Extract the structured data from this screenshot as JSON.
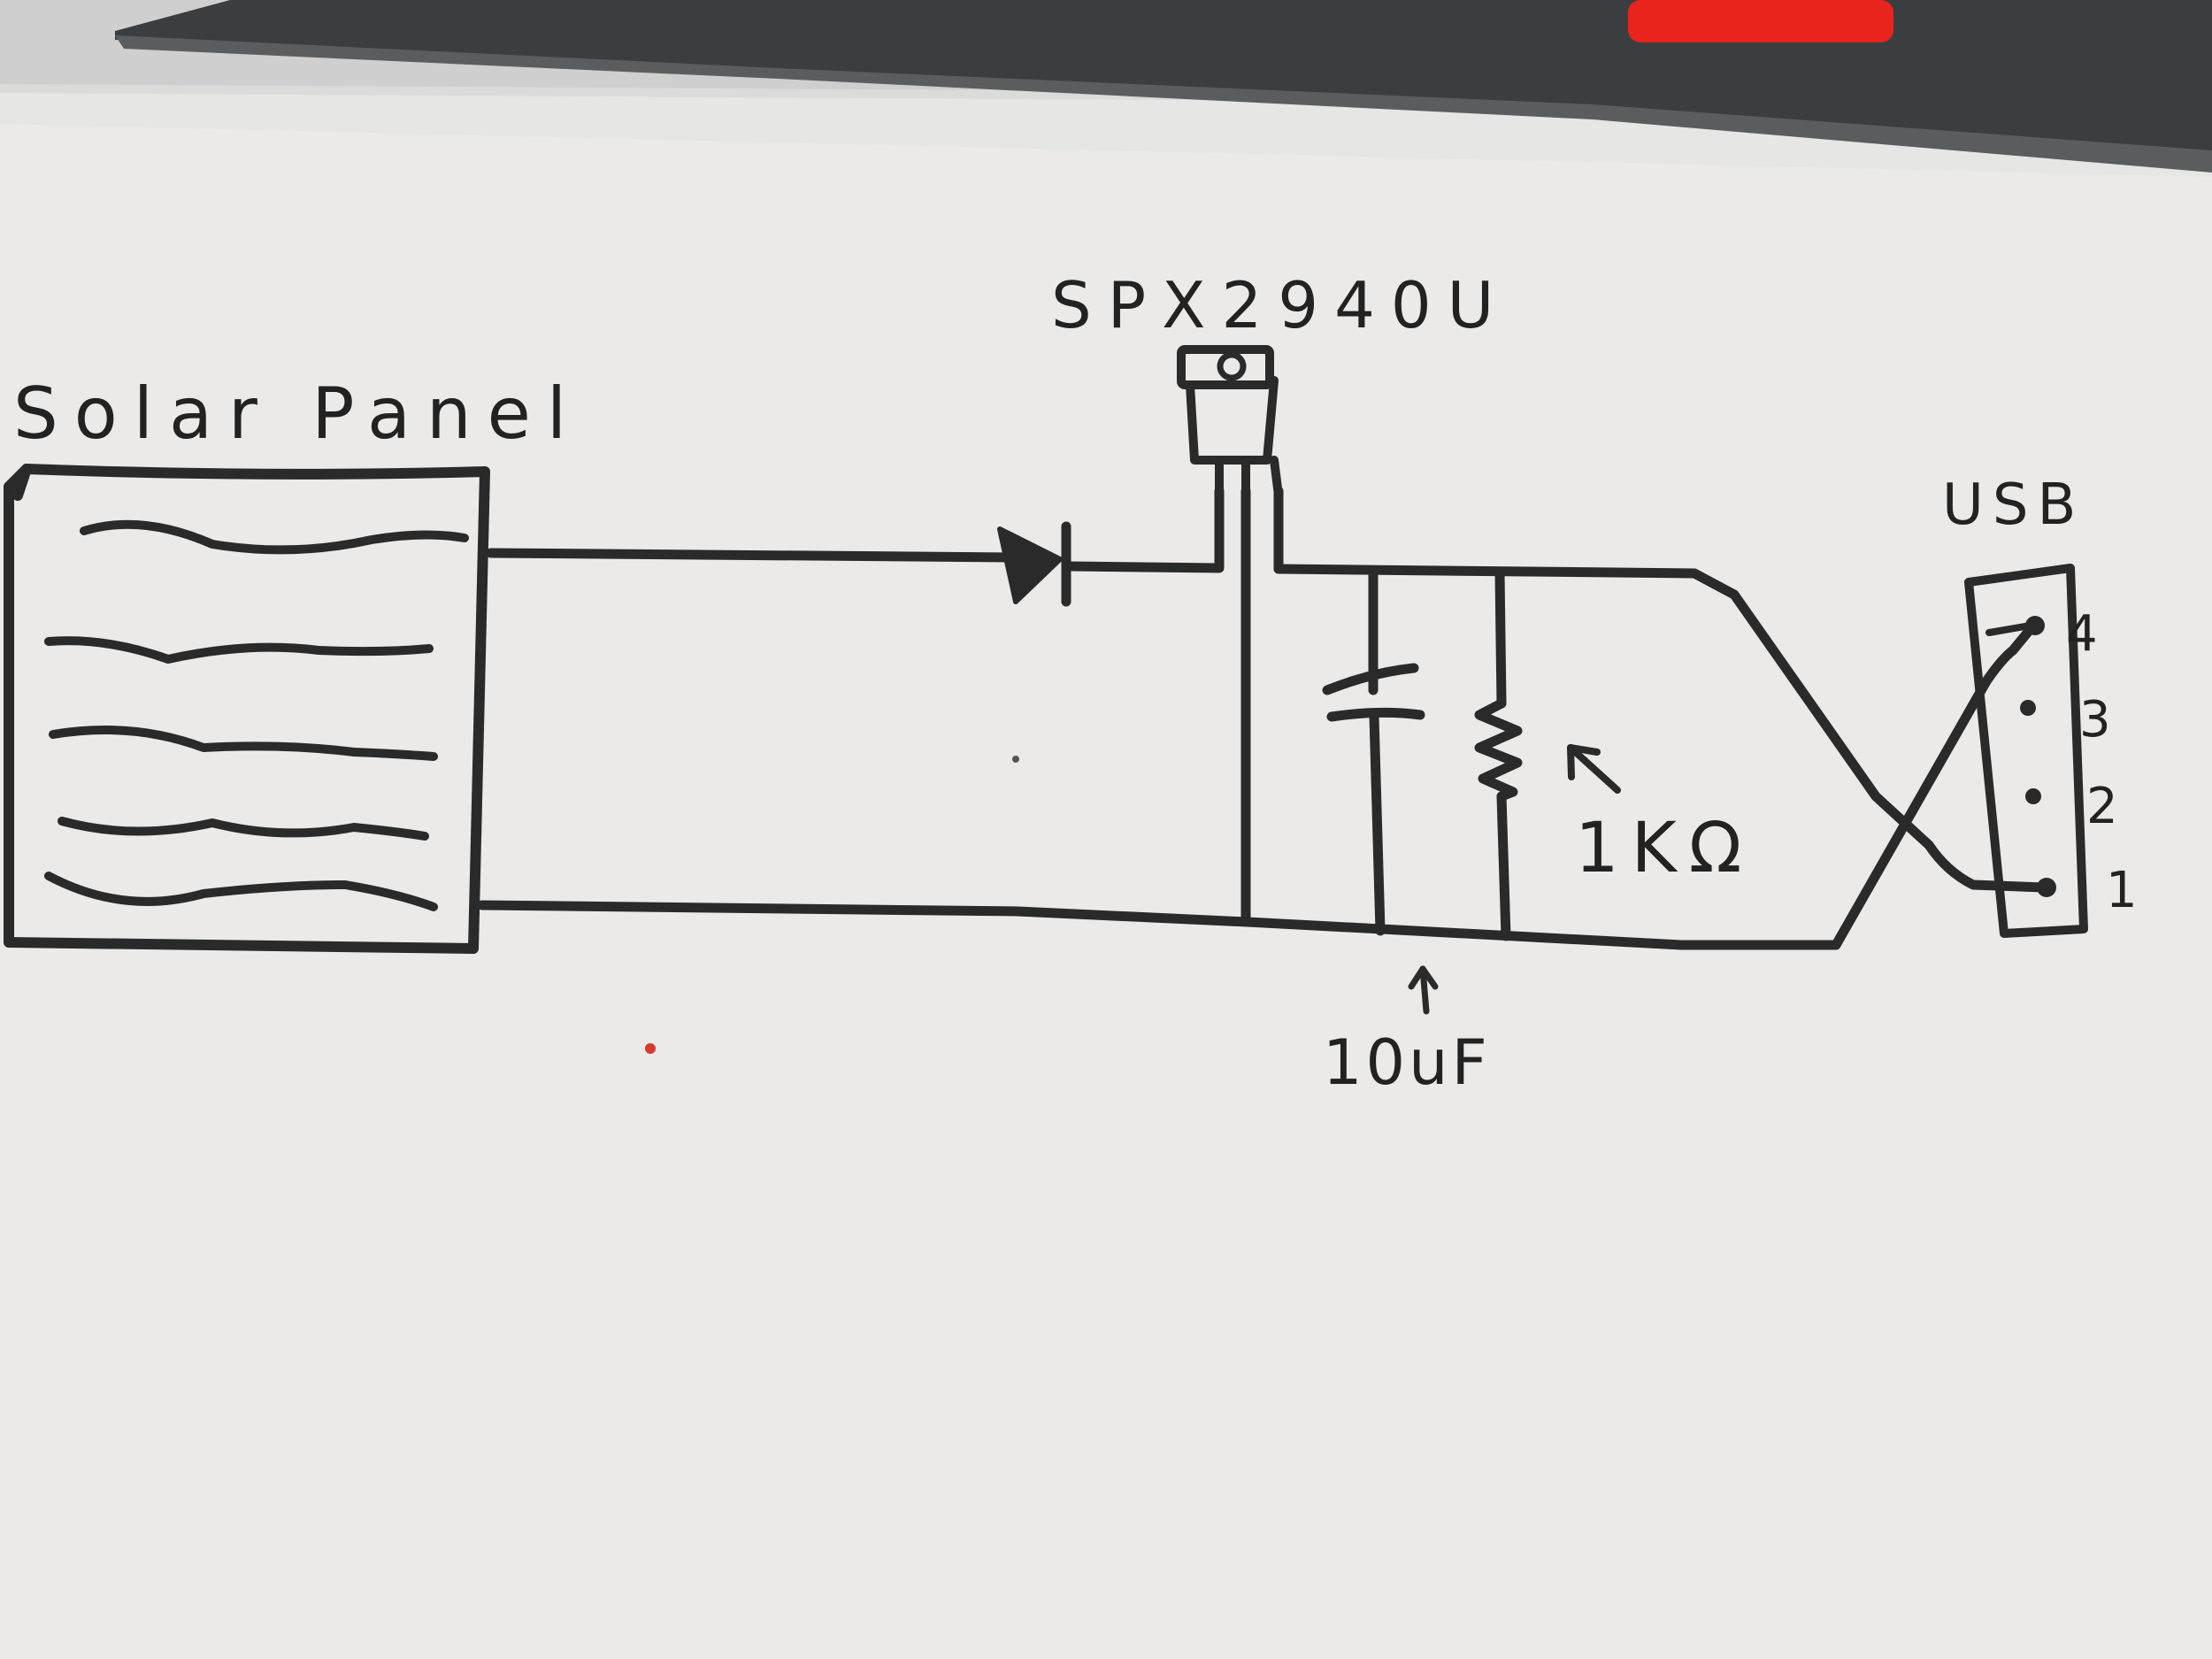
{
  "labels": {
    "solar_panel": "Solar Panel",
    "regulator": "SPX2940U",
    "usb": "USB",
    "resistor_value": "1KΩ",
    "capacitor_value": "10uF",
    "pin_4": "4",
    "pin_3": "3",
    "pin_2": "2",
    "pin_1": "1"
  },
  "colors": {
    "paper": "#ebeae9",
    "ink": "#2a2a2a",
    "top_object": "#3b3e40",
    "red_tag": "#e8241c"
  }
}
